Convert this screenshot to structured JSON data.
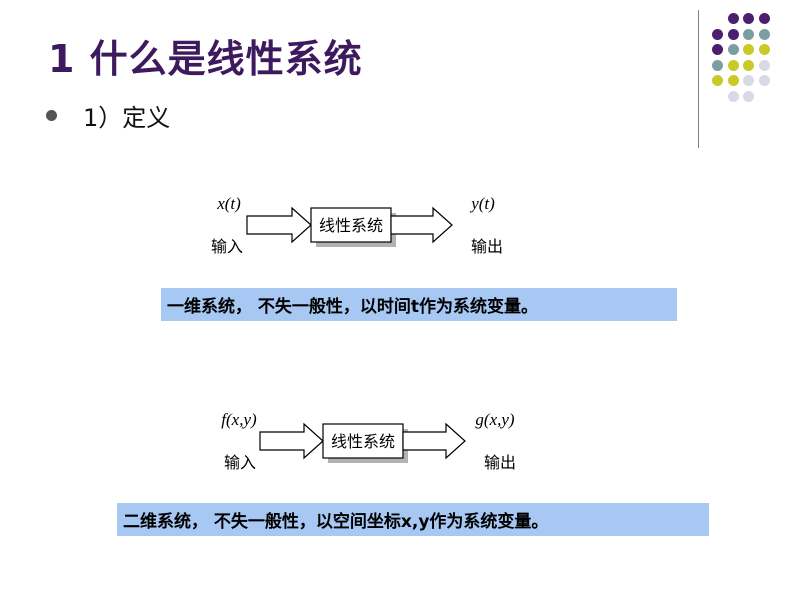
{
  "title": "1 什么是线性系统",
  "bullet": "1）定义",
  "colors": {
    "title": "#3d1a5e",
    "purple": "#4b1f6f",
    "teal": "#7a9ea2",
    "yellow": "#c9c928",
    "lavender": "#d9d9e8",
    "caption_bg": "#a6c8f2"
  },
  "diagram1": {
    "input_math": "x(t)",
    "input_label": "输入",
    "box_label": "线性系统",
    "output_math": "y(t)",
    "output_label": "输出",
    "caption": "一维系统， 不失一般性，以时间t作为系统变量。"
  },
  "diagram2": {
    "input_math": "f(x,y)",
    "input_label": "输入",
    "box_label": "线性系统",
    "output_math": "g(x,y)",
    "output_label": "输出",
    "caption": "二维系统， 不失一般性，以空间坐标x,y作为系统变量。"
  }
}
